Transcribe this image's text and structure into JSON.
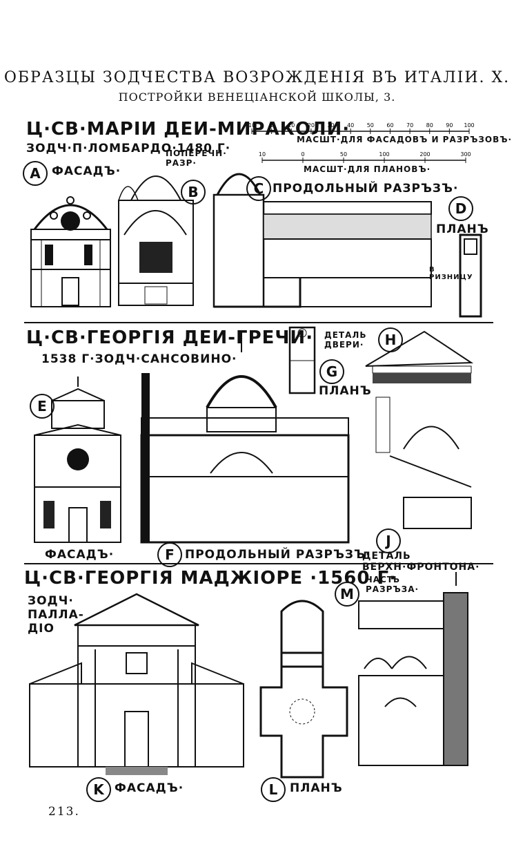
{
  "header": {
    "title": "ОБРАЗЦЫ ЗОДЧЕСТВА ВОЗРОЖДЕНIЯ ВЪ ИТАЛIИ. X.",
    "subtitle": "ПОСТРОЙКИ ВЕНЕЦIАНСКОЙ ШКОЛЫ, 3."
  },
  "section1": {
    "title": "Ц·СВ·МАРIИ ДЕИ-МИРАКОЛИ·",
    "architect": "ЗОДЧ·П·ЛОМБАРДО·1480 Г·",
    "scale_facade": {
      "ticks": [
        "10",
        "0",
        "10",
        "20",
        "30",
        "40",
        "50",
        "60",
        "70",
        "80",
        "90",
        "100"
      ],
      "label": "МАСШТ·ДЛЯ ФАСАДОВЪ И РАЗРЪЗОВЪ·"
    },
    "scale_plan": {
      "ticks": [
        "10",
        "0",
        "50",
        "100",
        "200",
        "300"
      ],
      "label": "МАСШТ·ДЛЯ ПЛАНОВЪ·"
    },
    "items": [
      {
        "letter": "A",
        "label": "ФАСАДЪ·"
      },
      {
        "letter": "B",
        "label": "ПОПЕРЕЧН· РАЗР·"
      },
      {
        "letter": "C",
        "label": "ПРОДОЛЬНЫЙ РАЗРЪЗЪ·"
      },
      {
        "letter": "D",
        "label": "ПЛАНЪ"
      }
    ],
    "sacristy_note": "В РИЗНИЦУ"
  },
  "section2": {
    "title": "Ц·СВ·ГЕОРГIЯ ДЕИ-ГРЕЧИ·",
    "architect": "1538 Г·ЗОДЧ·САНСОВИНО·",
    "items": [
      {
        "letter": "E",
        "label": "ФАСАДЪ·"
      },
      {
        "letter": "F",
        "label": "ПРОДОЛЬНЫЙ РАЗРЪЗЪ·"
      },
      {
        "letter": "G",
        "label": "ПЛАНЪ"
      },
      {
        "letter": "H",
        "label": "ДЕТАЛЬ ДВЕРИ·"
      },
      {
        "letter": "J",
        "label": "ДЕТАЛЬ ВЕРХН·ФРОНТОНА·"
      }
    ]
  },
  "section3": {
    "title": "Ц·СВ·ГЕОРГIЯ МАДЖIОРЕ ·1560 Г·",
    "architect": "ЗОДЧ· ПАЛЛА- ДIО",
    "items": [
      {
        "letter": "K",
        "label": "ФАСАДЪ·"
      },
      {
        "letter": "L",
        "label": "ПЛАНЪ"
      },
      {
        "letter": "M",
        "label": "ЧАСТЬ РАЗРЪЗА·"
      }
    ]
  },
  "page_number": "213."
}
